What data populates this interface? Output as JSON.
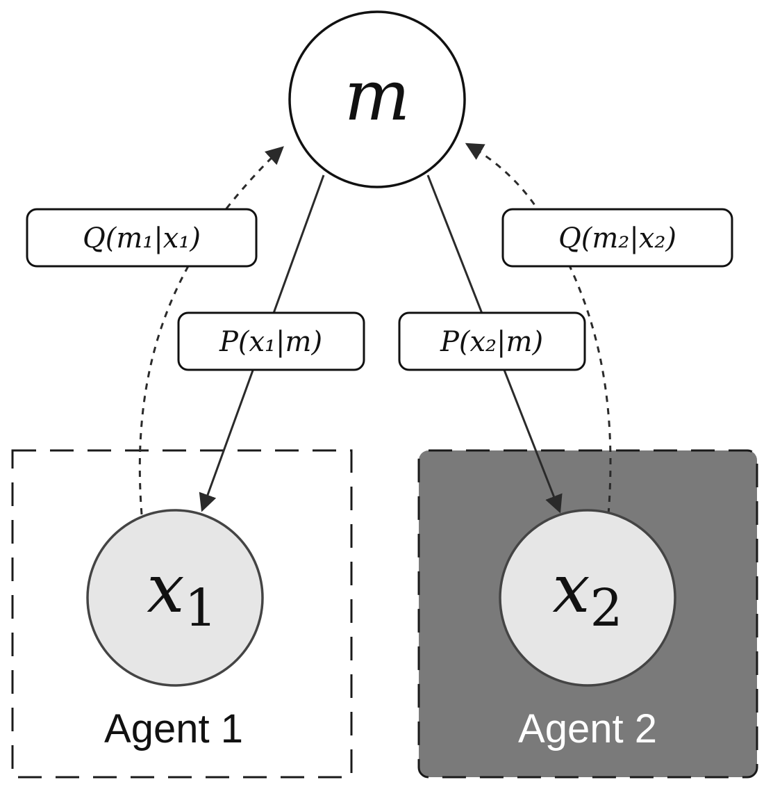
{
  "nodes": {
    "m": {
      "label": "m"
    },
    "x1": {
      "label": "x",
      "subscript": "1"
    },
    "x2": {
      "label": "x",
      "subscript": "2"
    }
  },
  "edges": {
    "p_x1": {
      "label": "P(x₁|m)"
    },
    "p_x2": {
      "label": "P(x₂|m)"
    },
    "q_m1": {
      "label": "Q(m₁|x₁)"
    },
    "q_m2": {
      "label": "Q(m₂|x₂)"
    }
  },
  "agents": {
    "agent1": {
      "label": "Agent 1"
    },
    "agent2": {
      "label": "Agent 2"
    }
  },
  "colors": {
    "agent2_fill": "#7a7a7a",
    "observed_node_fill": "#e6e6e6",
    "stroke": "#2a2a2a",
    "agent1_text": "#111111",
    "agent2_text": "#ffffff"
  }
}
